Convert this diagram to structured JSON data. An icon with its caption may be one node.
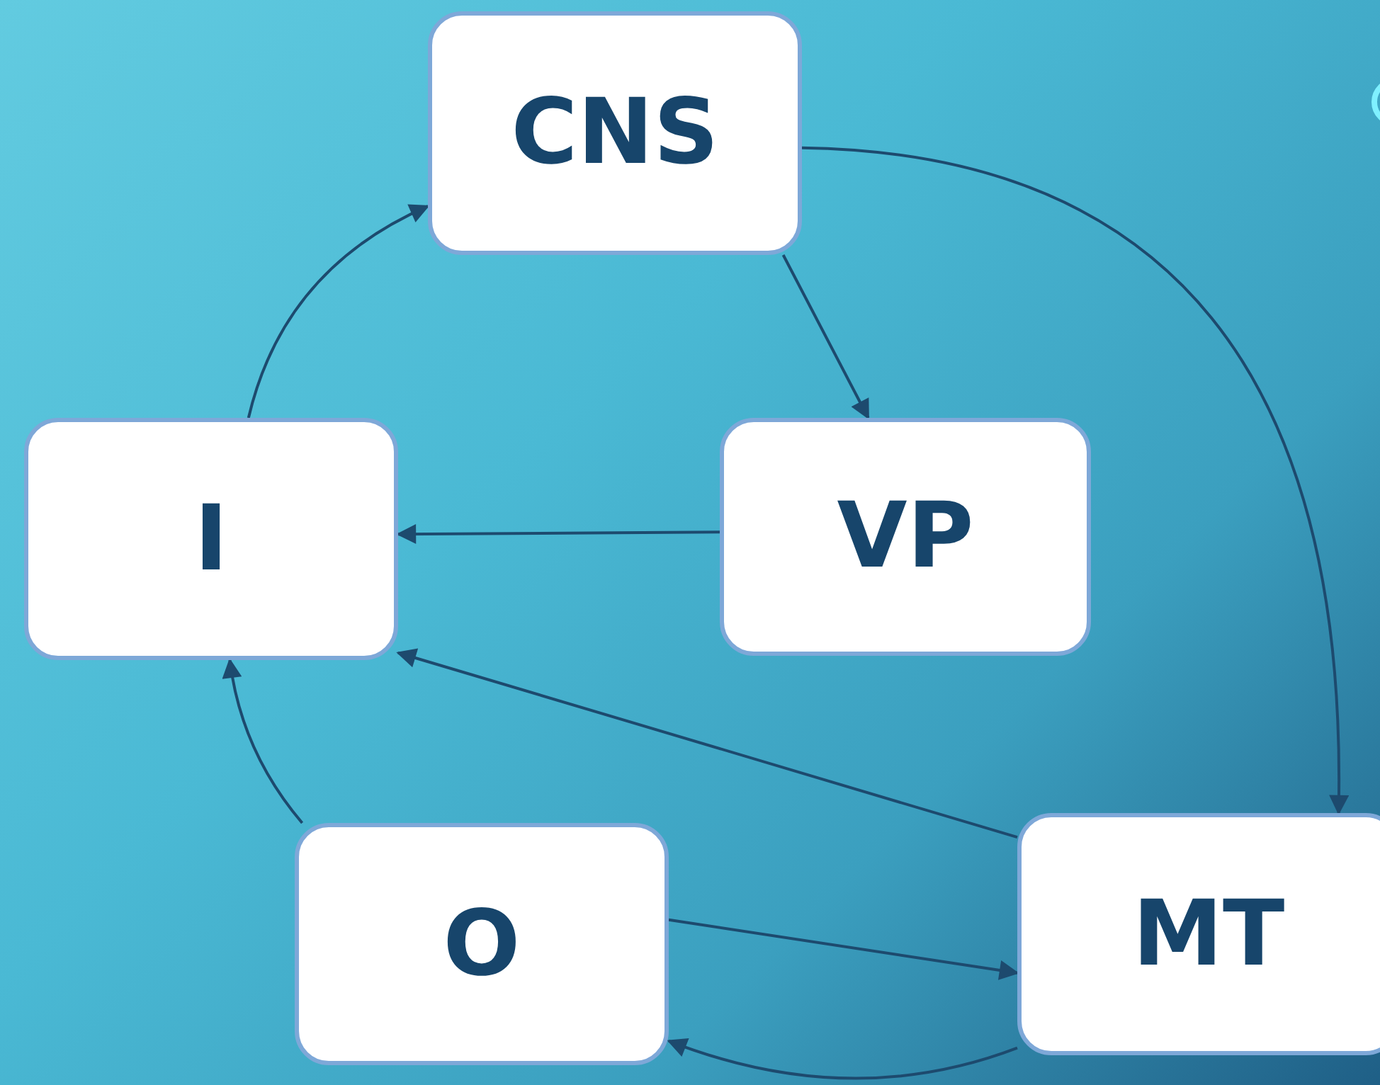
{
  "diagram": {
    "nodes": [
      {
        "text": [
          "CNS"
        ]
      },
      {
        "text": [
          "I"
        ]
      },
      {
        "text": [
          "VP"
        ]
      },
      {
        "text": [
          "O"
        ]
      },
      {
        "text": [
          "MT"
        ]
      }
    ],
    "edges": [
      {
        "from": 1,
        "to": 0,
        "arrow": "to"
      },
      {
        "from": 0,
        "to": 2,
        "arrow": "to"
      },
      {
        "from": 2,
        "to": 1,
        "arrow": "to"
      },
      {
        "from": 4,
        "to": 1,
        "arrow": "to"
      },
      {
        "from": 0,
        "to": 4,
        "arrow": "to"
      },
      {
        "from": 3,
        "to": 1,
        "arrow": "to"
      },
      {
        "from": 3,
        "to": 4,
        "arrow": "to"
      },
      {
        "from": 4,
        "to": 3,
        "arrow": "to"
      }
    ]
  }
}
